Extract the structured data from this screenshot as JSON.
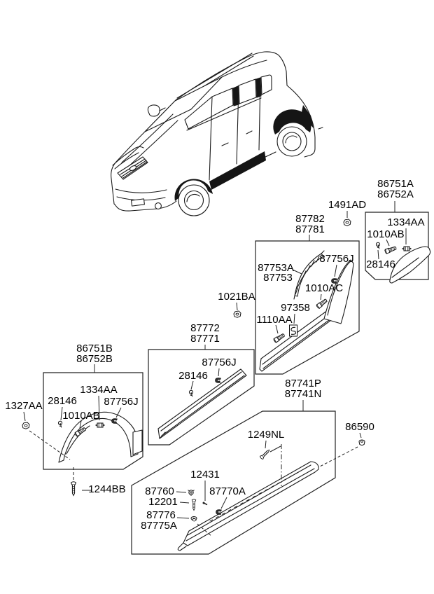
{
  "diagram": {
    "title": "body side moulding parts diagram",
    "vehicle_illustration": "suv-three-quarter-front-line-art"
  },
  "groups": {
    "clip_top": {
      "code": "1491AD"
    },
    "rear_arch": {
      "codes": [
        "86751A",
        "86752A"
      ],
      "clip_square": "1334AA",
      "bolt": "1010AB",
      "screw": "28146"
    },
    "front_door_garnish": {
      "codes": [
        "87782",
        "87781"
      ],
      "frame_codes": [
        "87753A",
        "87753"
      ],
      "clip": "87756J",
      "bolt": "1010AC",
      "pad": "97358",
      "bolt2": "1110AA"
    },
    "nut_mid": {
      "code": "1021BA"
    },
    "rear_door_garnish": {
      "codes": [
        "87772",
        "87771"
      ],
      "clip": "87756J",
      "screw": "28146"
    },
    "front_arch": {
      "codes": [
        "86751B",
        "86752B"
      ],
      "screw": "28146",
      "clip_square": "1334AA",
      "clip": "87756J",
      "bolt": "1010AB",
      "nut_outside": "1327AA",
      "screw_below": "1244BB"
    },
    "side_sill": {
      "codes": [
        "87741P",
        "87741N"
      ],
      "screw": "1249NL",
      "rivet": "12431",
      "ring_clip": "87760",
      "screw2": "12201",
      "clip_codes": [
        "87776",
        "87775A"
      ],
      "clip": "87770A",
      "grommet_outside": "86590"
    }
  }
}
